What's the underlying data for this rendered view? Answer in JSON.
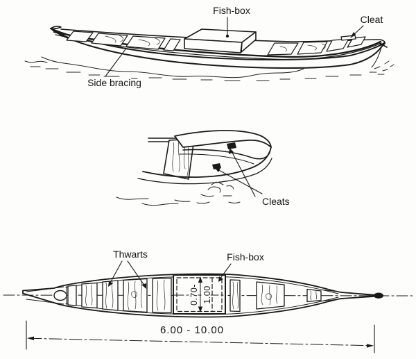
{
  "figure": {
    "title": "Plank fishing canoe construction diagram",
    "ink_color": "#1a1a1a",
    "background_color": "#fdfdfc",
    "side_view": {
      "name": "Side elevation of canoe afloat",
      "labels": {
        "fish_box": "Fish-box",
        "cleat": "Cleat",
        "side_bracing": "Side bracing"
      }
    },
    "detail_view": {
      "name": "Close-up of prow with cleats",
      "labels": {
        "cleats": "Cleats"
      }
    },
    "plan_view": {
      "name": "Plan (top) view of canoe",
      "labels": {
        "thwarts": "Thwarts",
        "fish_box": "Fish-box"
      },
      "dimensions": {
        "fish_box_width_line1": "0.70-",
        "fish_box_width_line2": "1.00",
        "fish_box_width_range": "0.70-1.00",
        "overall_length": "6.00 - 10.00"
      }
    }
  }
}
